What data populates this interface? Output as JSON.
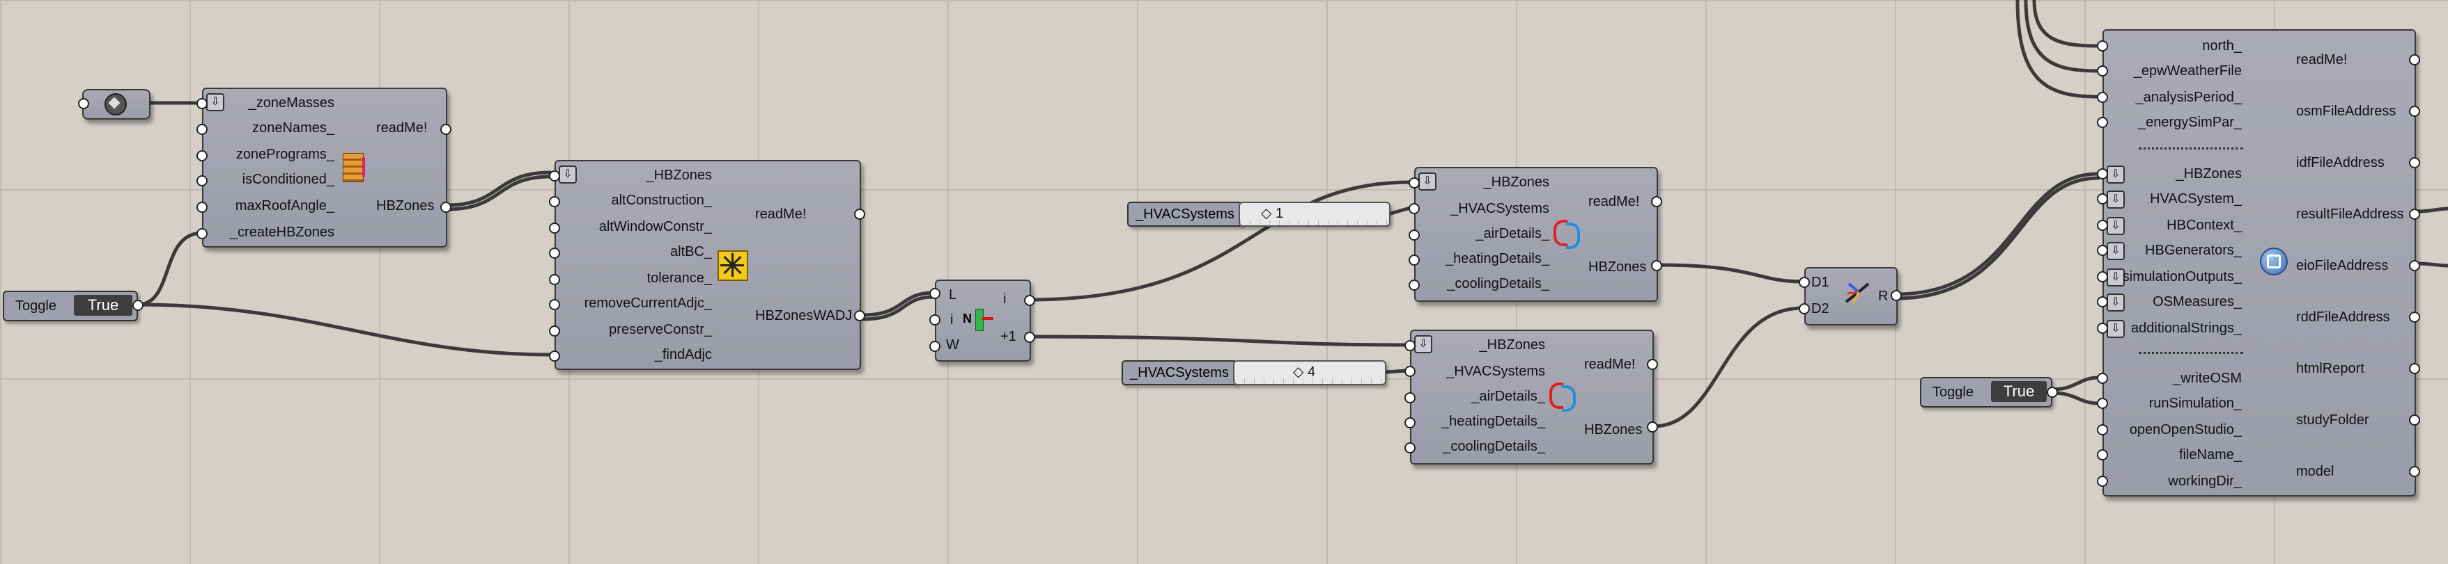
{
  "hbzone_masses_comp": {
    "inputs": [
      "_zoneMasses",
      "zoneNames_",
      "zonePrograms_",
      "isConditioned_",
      "maxRoofAngle_",
      "_createHBZones"
    ],
    "outputs": [
      "readMe!",
      "HBZones"
    ]
  },
  "solve_adjacencies_comp": {
    "inputs": [
      "_HBZones",
      "altConstruction_",
      "altWindowConstr_",
      "altBC_",
      "tolerance_",
      "removeCurrentAdjc_",
      "preserveConstr_",
      "_findAdjc"
    ],
    "outputs": [
      "readMe!",
      "HBZonesWADJ"
    ]
  },
  "split_comp": {
    "inputs": [
      "L",
      "i",
      "W"
    ],
    "outputs": [
      "i",
      "+1"
    ],
    "icon_label": "N"
  },
  "hvac_comp_1": {
    "inputs": [
      "_HBZones",
      "_HVACSystems",
      "_airDetails_",
      "_heatingDetails_",
      "_coolingDetails_"
    ],
    "outputs": [
      "readMe!",
      "HBZones"
    ]
  },
  "hvac_comp_2": {
    "inputs": [
      "_HBZones",
      "_HVACSystems",
      "_airDetails_",
      "_heatingDetails_",
      "_coolingDetails_"
    ],
    "outputs": [
      "readMe!",
      "HBZones"
    ]
  },
  "hvac_slider_1": {
    "label": "_HVACSystems",
    "value": "1"
  },
  "hvac_slider_2": {
    "label": "_HVACSystems",
    "value": "4"
  },
  "merge_comp": {
    "inputs": [
      "D1",
      "D2"
    ],
    "outputs": [
      "R"
    ]
  },
  "toggle_1": {
    "label": "Toggle",
    "value": "True"
  },
  "toggle_2": {
    "label": "Toggle",
    "value": "True"
  },
  "export_comp": {
    "inputs_top": [
      "north_",
      "_epwWeatherFile",
      "_analysisPeriod_",
      "_energySimPar_"
    ],
    "inputs_mid": [
      "_HBZones",
      "HVACSystem_",
      "HBContext_",
      "HBGenerators_",
      "simulationOutputs_",
      "OSMeasures_",
      "additionalStrings_"
    ],
    "inputs_bot": [
      "_writeOSM",
      "runSimulation_",
      "openOpenStudio_",
      "fileName_",
      "workingDir_"
    ],
    "outputs": [
      "readMe!",
      "osmFileAddress",
      "idfFileAddress",
      "resultFileAddress",
      "eioFileAddress",
      "rddFileAddress",
      "htmlReport",
      "studyFolder",
      "model"
    ]
  },
  "colors": {
    "canvas": "#d4d0c8",
    "component": "#a3a4b0",
    "wire": "#3a3a3a",
    "toggle_value_bg": "#3d3d3d"
  }
}
